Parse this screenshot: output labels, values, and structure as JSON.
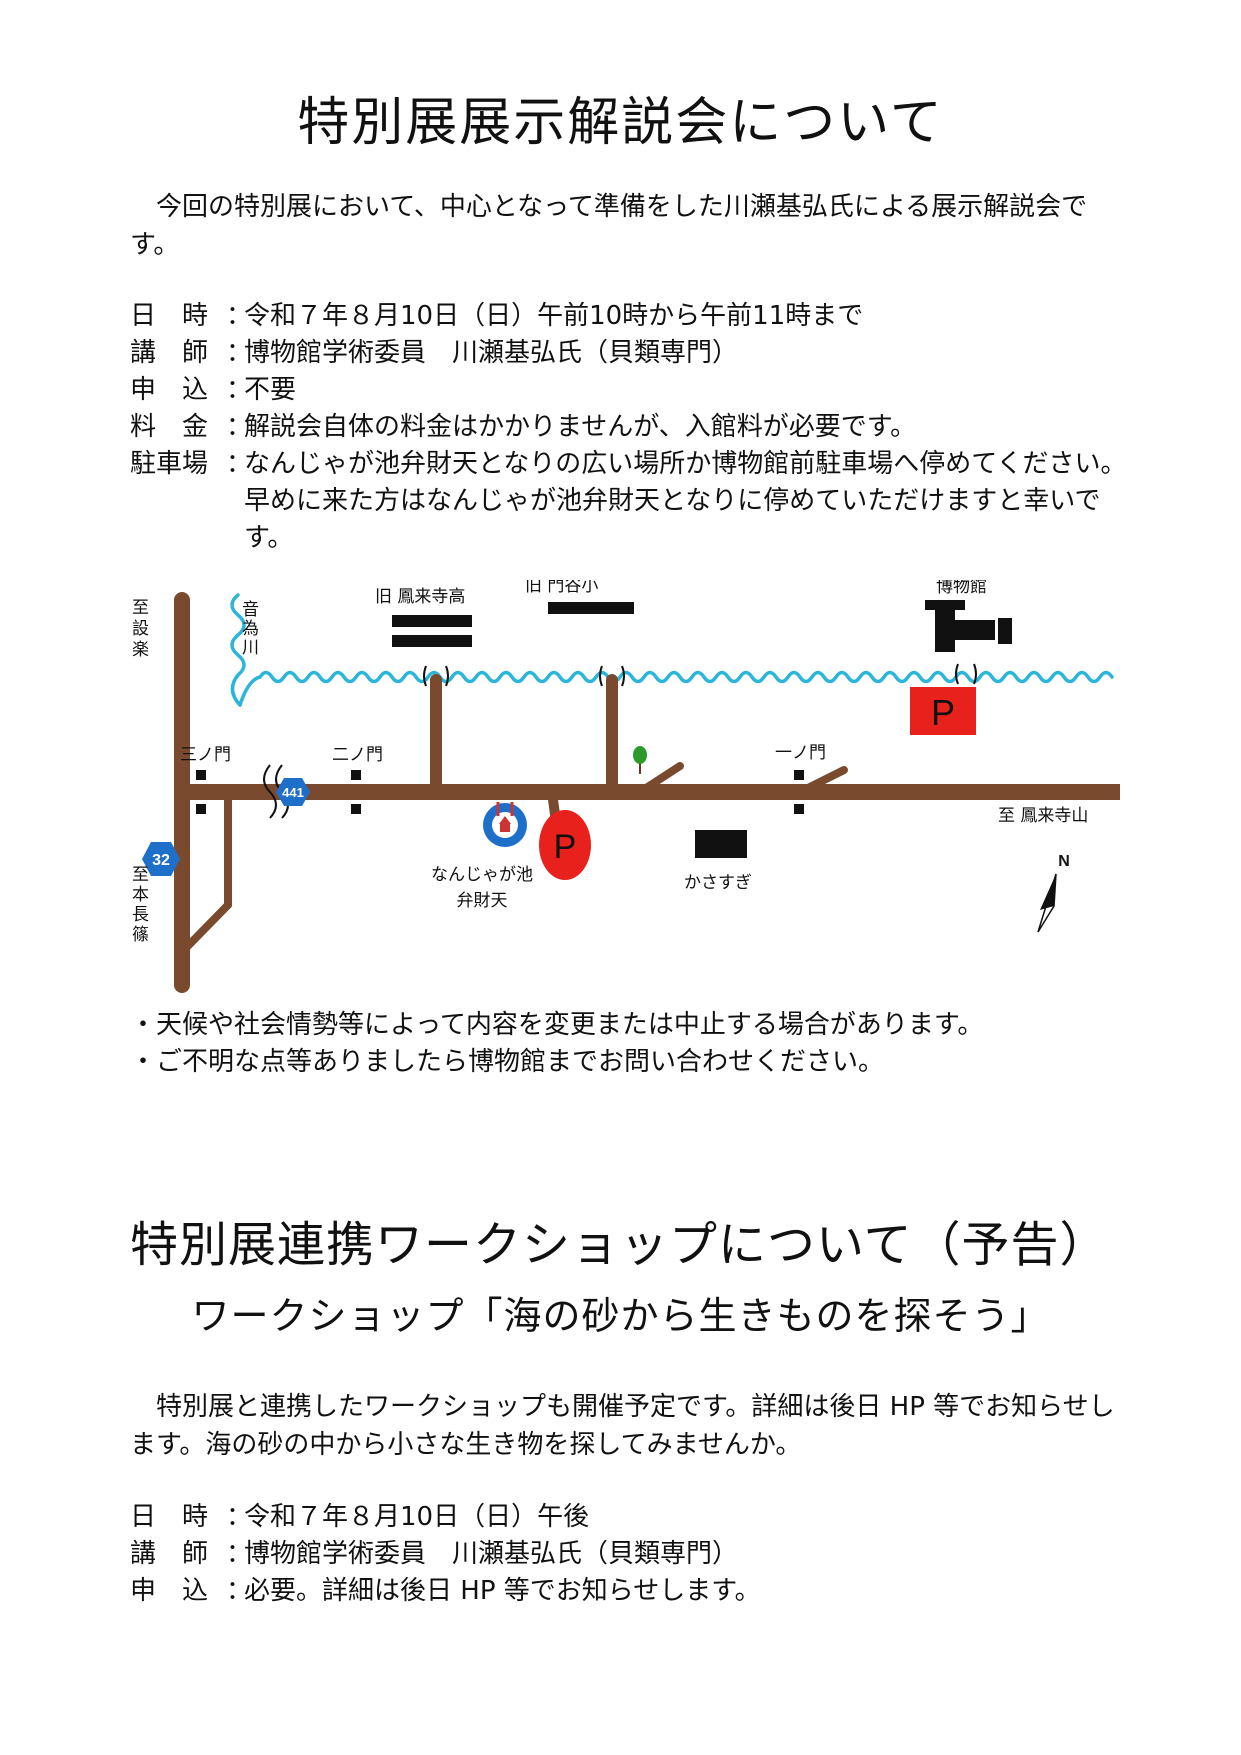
{
  "section1": {
    "title": "特別展展示解説会について",
    "intro": "今回の特別展において、中心となって準備をした川瀬基弘氏による展示解説会です。",
    "details": [
      {
        "label": "日　時",
        "value": "令和７年８月10日（日）午前10時から午前11時まで"
      },
      {
        "label": "講　師",
        "value": "博物館学術委員　川瀬基弘氏（貝類専門）"
      },
      {
        "label": "申　込",
        "value": "不要"
      },
      {
        "label": "料　金",
        "value": "解説会自体の料金はかかりませんが、入館料が必要です。"
      },
      {
        "label": "駐車場",
        "value": "なんじゃが池弁財天となりの広い場所か博物館前駐車場へ停めてください。早めに来た方はなんじゃが池弁財天となりに停めていただけますと幸いです。"
      }
    ],
    "notes": [
      "・天候や社会情勢等によって内容を変更または中止する場合があります。",
      "・ご不明な点等ありましたら博物館までお問い合わせください。"
    ]
  },
  "map": {
    "labels": {
      "to_shitara": "至設楽",
      "otowa_river": "音為川",
      "old_horaiji_high": "旧 鳳来寺高",
      "old_kadoya_elem": "旧 門谷小",
      "museum": "博物館",
      "sannomon": "三ノ門",
      "ninomon": "二ノ門",
      "ichinomon": "一ノ門",
      "to_horaijisan": "至 鳳来寺山",
      "to_honnagashino": "至本長篠",
      "nanjagaike_1": "なんじゃが池",
      "nanjagaike_2": "弁財天",
      "kasasugi": "かさすぎ",
      "route_441": "441",
      "route_32": "32",
      "parking": "P",
      "north": "N"
    },
    "colors": {
      "road": "#7a4a2e",
      "river": "#2bb5d8",
      "parking": "#e8211c",
      "route_sign": "#1e6fc9",
      "tree": "#2e9a2e"
    }
  },
  "section2": {
    "title": "特別展連携ワークショップについて（予告）",
    "subtitle": "ワークショップ「海の砂から生きものを探そう」",
    "intro": "特別展と連携したワークショップも開催予定です。詳細は後日 HP 等でお知らせします。海の砂の中から小さな生き物を探してみませんか。",
    "details": [
      {
        "label": "日　時",
        "value": "令和７年８月10日（日）午後"
      },
      {
        "label": "講　師",
        "value": "博物館学術委員　川瀬基弘氏（貝類専門）"
      },
      {
        "label": "申　込",
        "value": "必要。詳細は後日 HP 等でお知らせします。"
      }
    ]
  }
}
